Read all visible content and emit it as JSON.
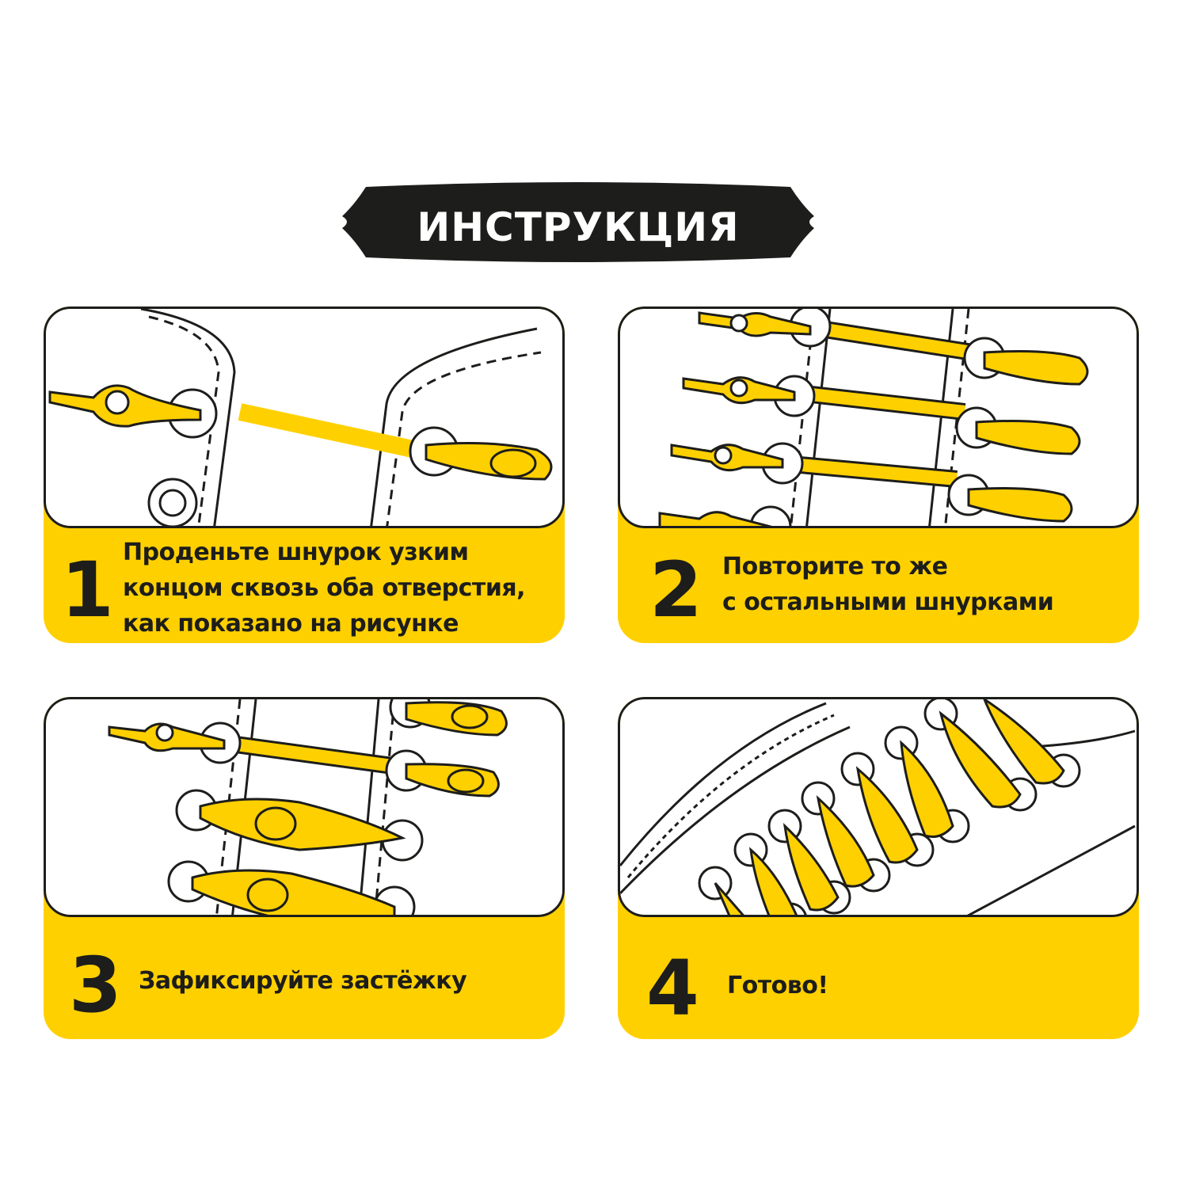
{
  "title": "ИНСТРУКЦИЯ",
  "colors": {
    "accent": "#FFD000",
    "dark": "#1d1d1b"
  },
  "steps": [
    {
      "number": "1",
      "lines": [
        "Проденьте шнурок узким",
        "концом сквозь оба отверстия,",
        "как показано на рисунке"
      ]
    },
    {
      "number": "2",
      "lines": [
        "Повторите то же",
        "с остальными шнурками"
      ]
    },
    {
      "number": "3",
      "lines": [
        "Зафиксируйте застёжку"
      ]
    },
    {
      "number": "4",
      "lines": [
        "Готово!"
      ]
    }
  ]
}
